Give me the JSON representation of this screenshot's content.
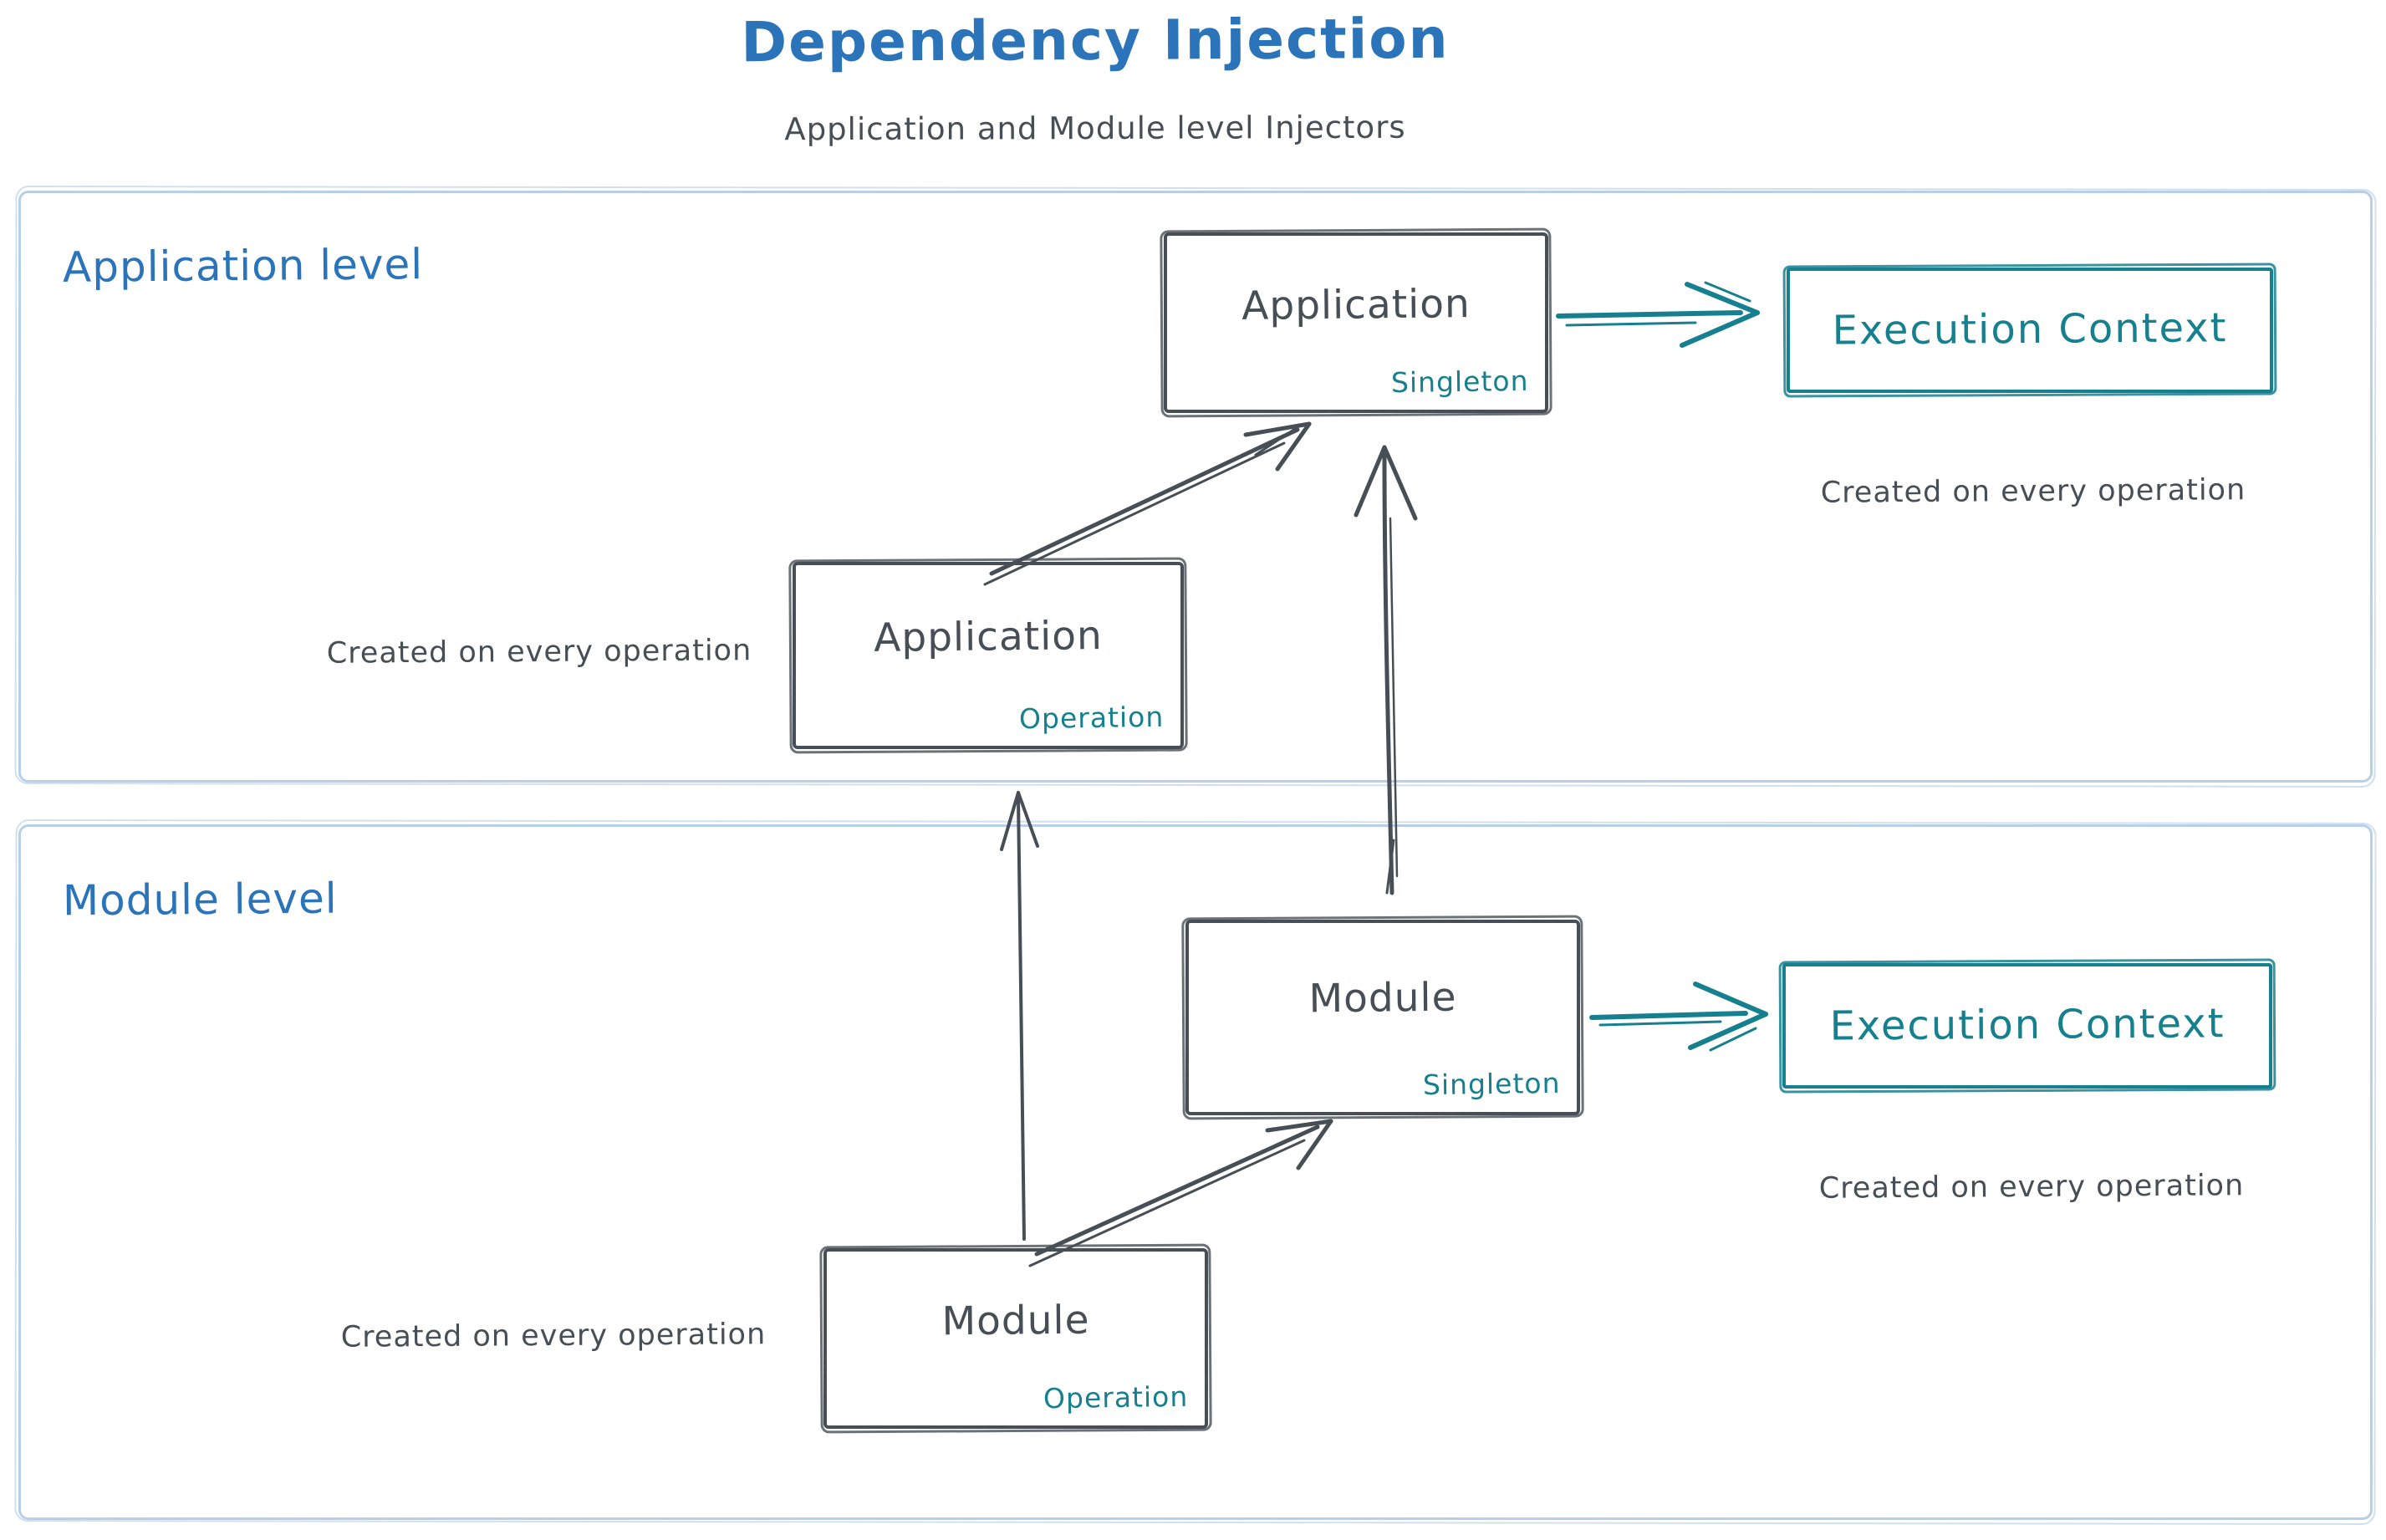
{
  "title": "Dependency Injection",
  "subtitle": "Application and Module level Injectors",
  "colors": {
    "blue": "#2b74b9",
    "ink": "#474e56",
    "teal": "#16808f",
    "frame": "#b9cfe7"
  },
  "application": {
    "label": "Application level",
    "singleton": {
      "title": "Application",
      "scope": "Singleton"
    },
    "operation": {
      "title": "Application",
      "scope": "Operation"
    },
    "operation_caption": "Created on every operation",
    "execution": {
      "title": "Execution Context",
      "caption": "Created on every operation"
    }
  },
  "module": {
    "label": "Module level",
    "singleton": {
      "title": "Module",
      "scope": "Singleton"
    },
    "operation": {
      "title": "Module",
      "scope": "Operation"
    },
    "operation_caption": "Created on every operation",
    "execution": {
      "title": "Execution Context",
      "caption": "Created on every operation"
    }
  }
}
